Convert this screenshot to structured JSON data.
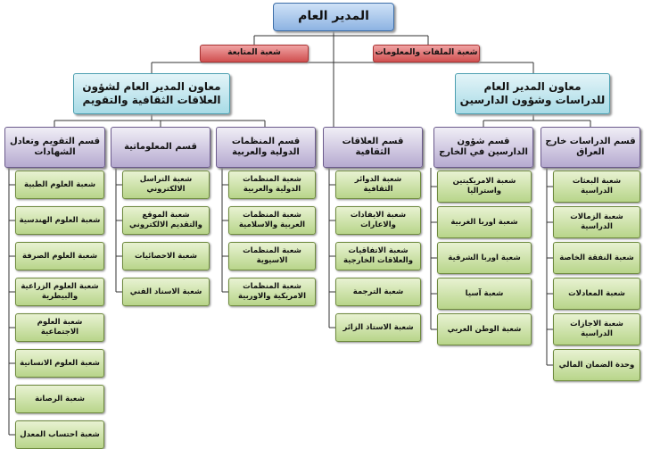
{
  "root": "المدير العام",
  "staff": [
    "شعبة المتابعة",
    "شعبة الملفات والمعلومات"
  ],
  "deputies": [
    "معاون المدير العام لشؤون العلاقات الثقافية والتقويم",
    "معاون المدير العام للدراسات وشؤون الدارسين"
  ],
  "departments": [
    {
      "name": "قسم التقويم وتعادل الشهادات",
      "units": [
        "شعبة العلوم الطبية",
        "شعبة العلوم الهندسية",
        "شعبة العلوم الصرفة",
        "شعبة العلوم الزراعية والبيطرية",
        "شعبة العلوم الاجتماعية",
        "شعبة العلوم الانسانية",
        "شعبة الرصانة",
        "شعبة احتساب المعدل"
      ]
    },
    {
      "name": "قسم المعلوماتية",
      "units": [
        "شعبة التراسل الالكتروني",
        "شعبة الموقع والتقديم الالكتروني",
        "شعبة الاحصائيات",
        "شعبة الاسناد الفني"
      ]
    },
    {
      "name": "قسم المنظمات الدولية والعربية",
      "units": [
        "شعبة المنظمات الدولية والعربية",
        "شعبة المنظمات العربية والاسلامية",
        "شعبة المنظمات الاسيوية",
        "شعبة المنظمات الامريكية والاوربية"
      ]
    },
    {
      "name": "قسم العلاقات الثقافية",
      "units": [
        "شعبة الدوائر الثقافية",
        "شعبة الايفادات والاعارات",
        "شعبة الاتفاقيات والعلاقات الخارجية",
        "شعبة الترجمة",
        "شعبة الاستاذ الزائر"
      ]
    },
    {
      "name": "قسم شؤون الدارسين في الخارج",
      "units": [
        "شعبة الامريكيتين واستراليا",
        "شعبة اوربا الغربية",
        "شعبة اوربا الشرقية",
        "شعبة آسيا",
        "شعبة الوطن العربي"
      ]
    },
    {
      "name": "قسم الدراسات خارج العراق",
      "units": [
        "شعبة البعثات الدراسية",
        "شعبة الزمالات الدراسية",
        "شعبة النفقة الخاصة",
        "شعبة المعادلات",
        "شعبة الاجازات الدراسية",
        "وحدة الضمان المالي"
      ]
    }
  ]
}
